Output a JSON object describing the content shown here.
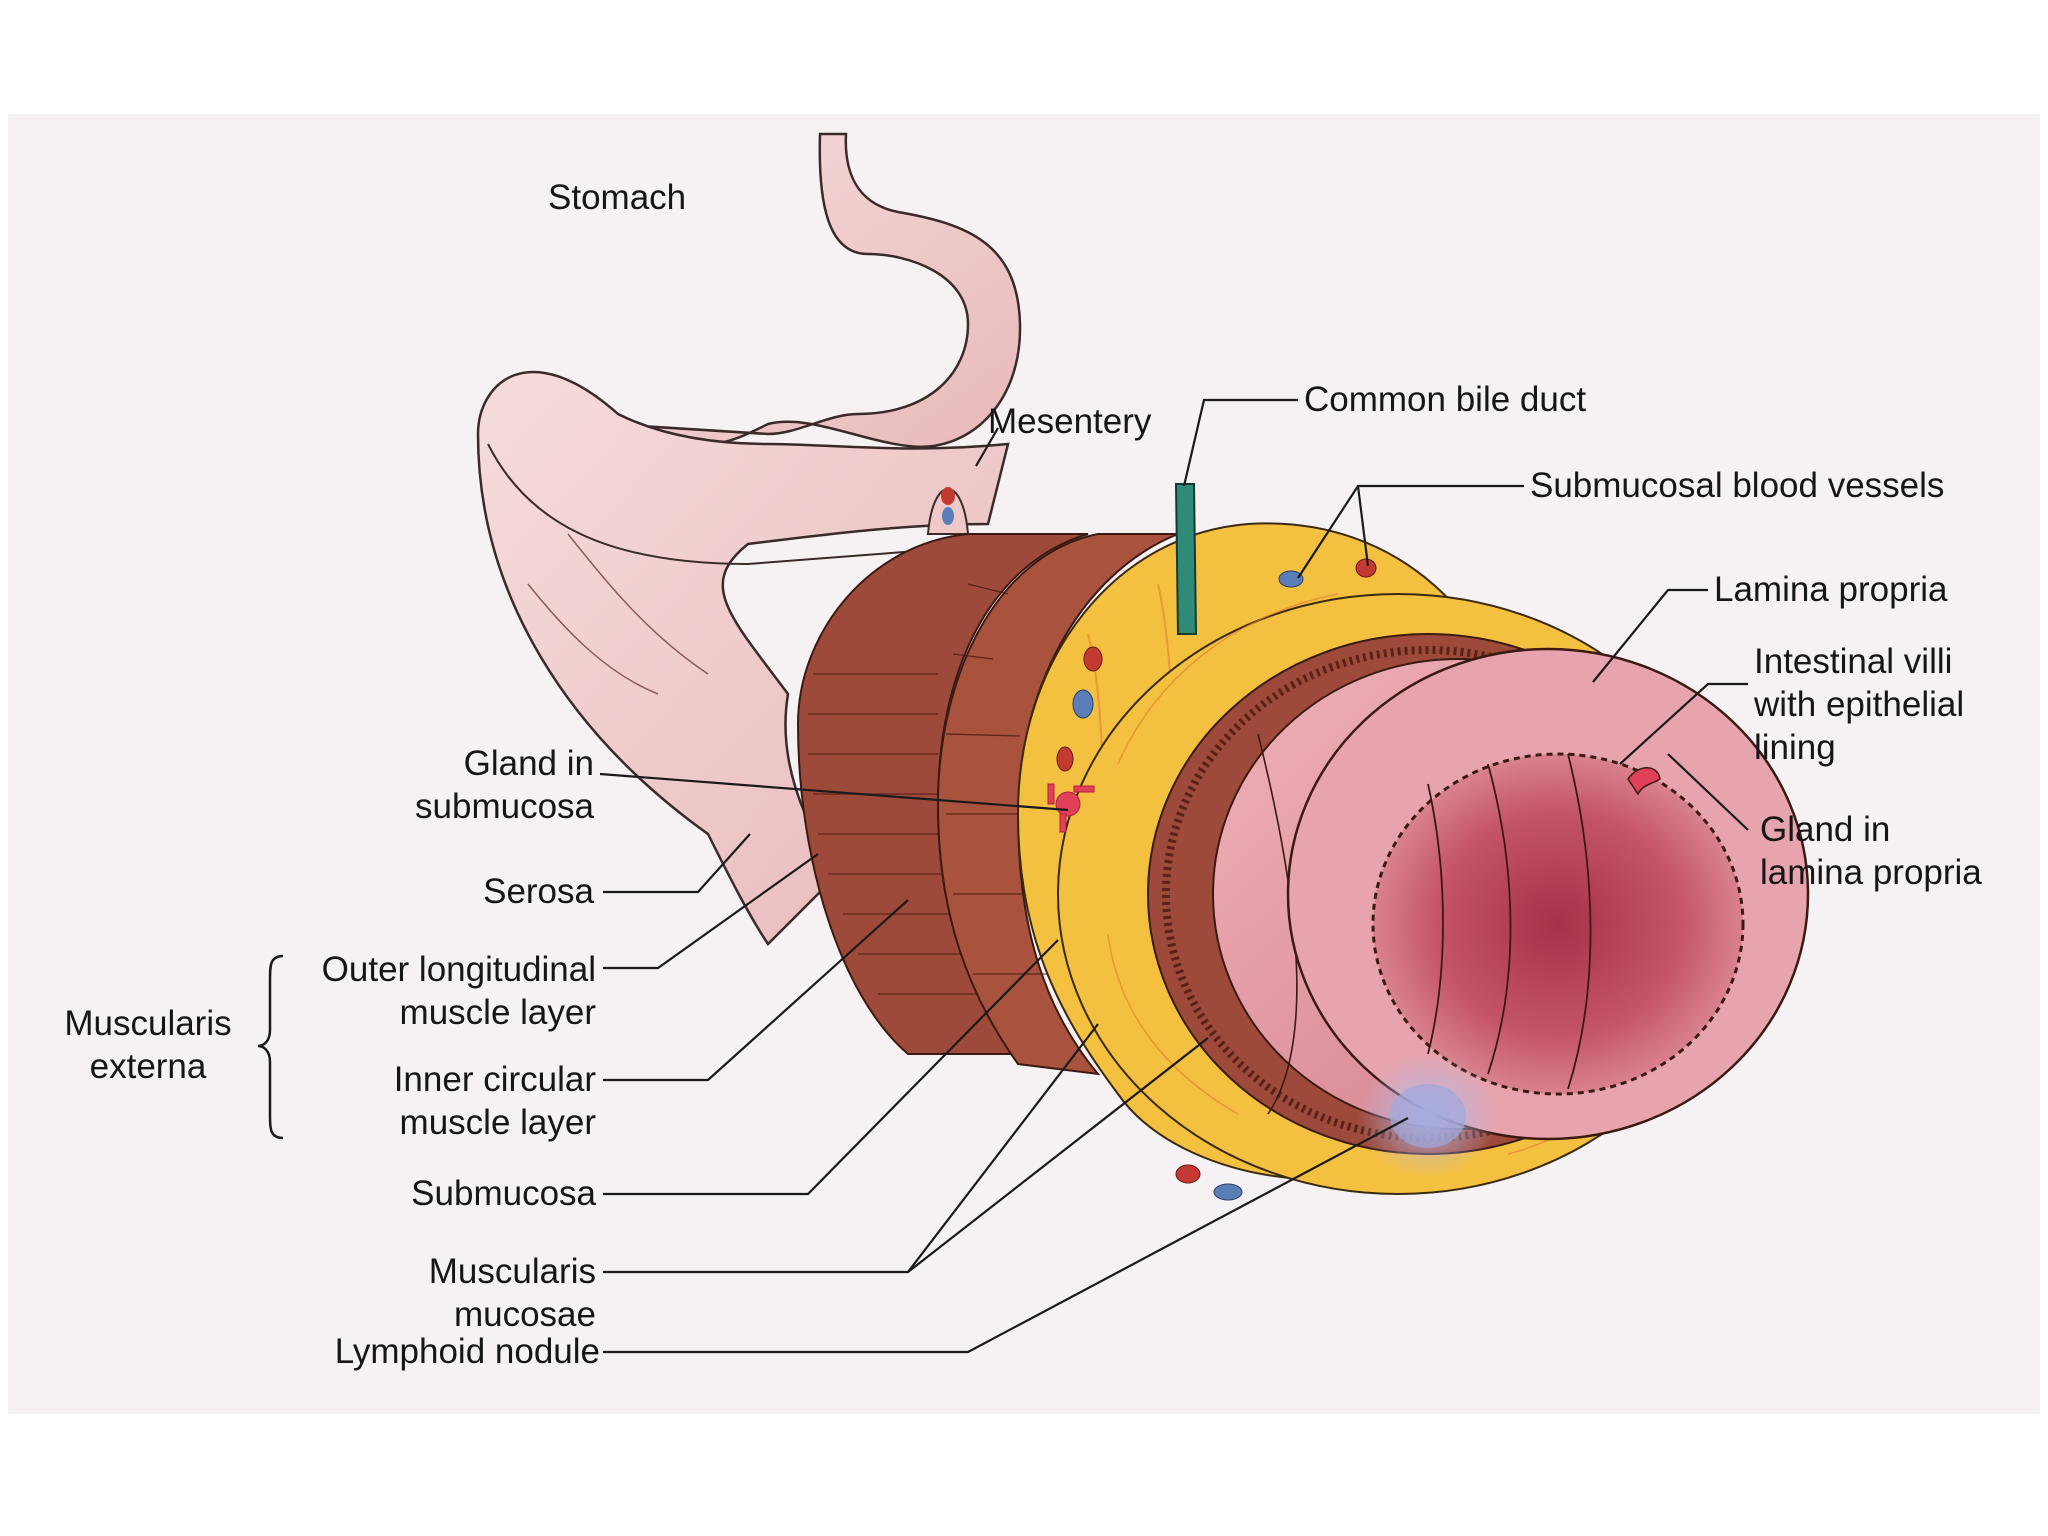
{
  "labels": {
    "stomach": "Stomach",
    "mesentery": "Mesentery",
    "common_bile_duct": "Common bile duct",
    "submucosal_blood_vessels": "Submucosal blood vessels",
    "lamina_propria": "Lamina propria",
    "intestinal_villi_1": "Intestinal villi",
    "intestinal_villi_2": "with epithelial",
    "intestinal_villi_3": "lining",
    "gland_lamina_1": "Gland in",
    "gland_lamina_2": "lamina propria",
    "gland_submucosa_1": "Gland in",
    "gland_submucosa_2": "submucosa",
    "serosa": "Serosa",
    "outer_longitudinal_1": "Outer longitudinal",
    "outer_longitudinal_2": "muscle layer",
    "muscularis_externa_1": "Muscularis",
    "muscularis_externa_2": "externa",
    "inner_circular_1": "Inner circular",
    "inner_circular_2": "muscle layer",
    "submucosa": "Submucosa",
    "muscularis_mucosae_1": "Muscularis",
    "muscularis_mucosae_2": "mucosae",
    "lymphoid_nodule": "Lymphoid nodule"
  },
  "colors": {
    "serosa_pink": "#efc9c9",
    "muscle_brown": "#9e4a3a",
    "submucosa_yellow": "#f4c040",
    "mucosa_pink": "#d9808e",
    "lumen": "#c44a60",
    "bile_duct": "#2f8a78",
    "vessel_red": "#c23a32",
    "vessel_blue": "#5a7fb8",
    "gland": "#e0405a",
    "lymphoid": "#9aa6d8"
  }
}
